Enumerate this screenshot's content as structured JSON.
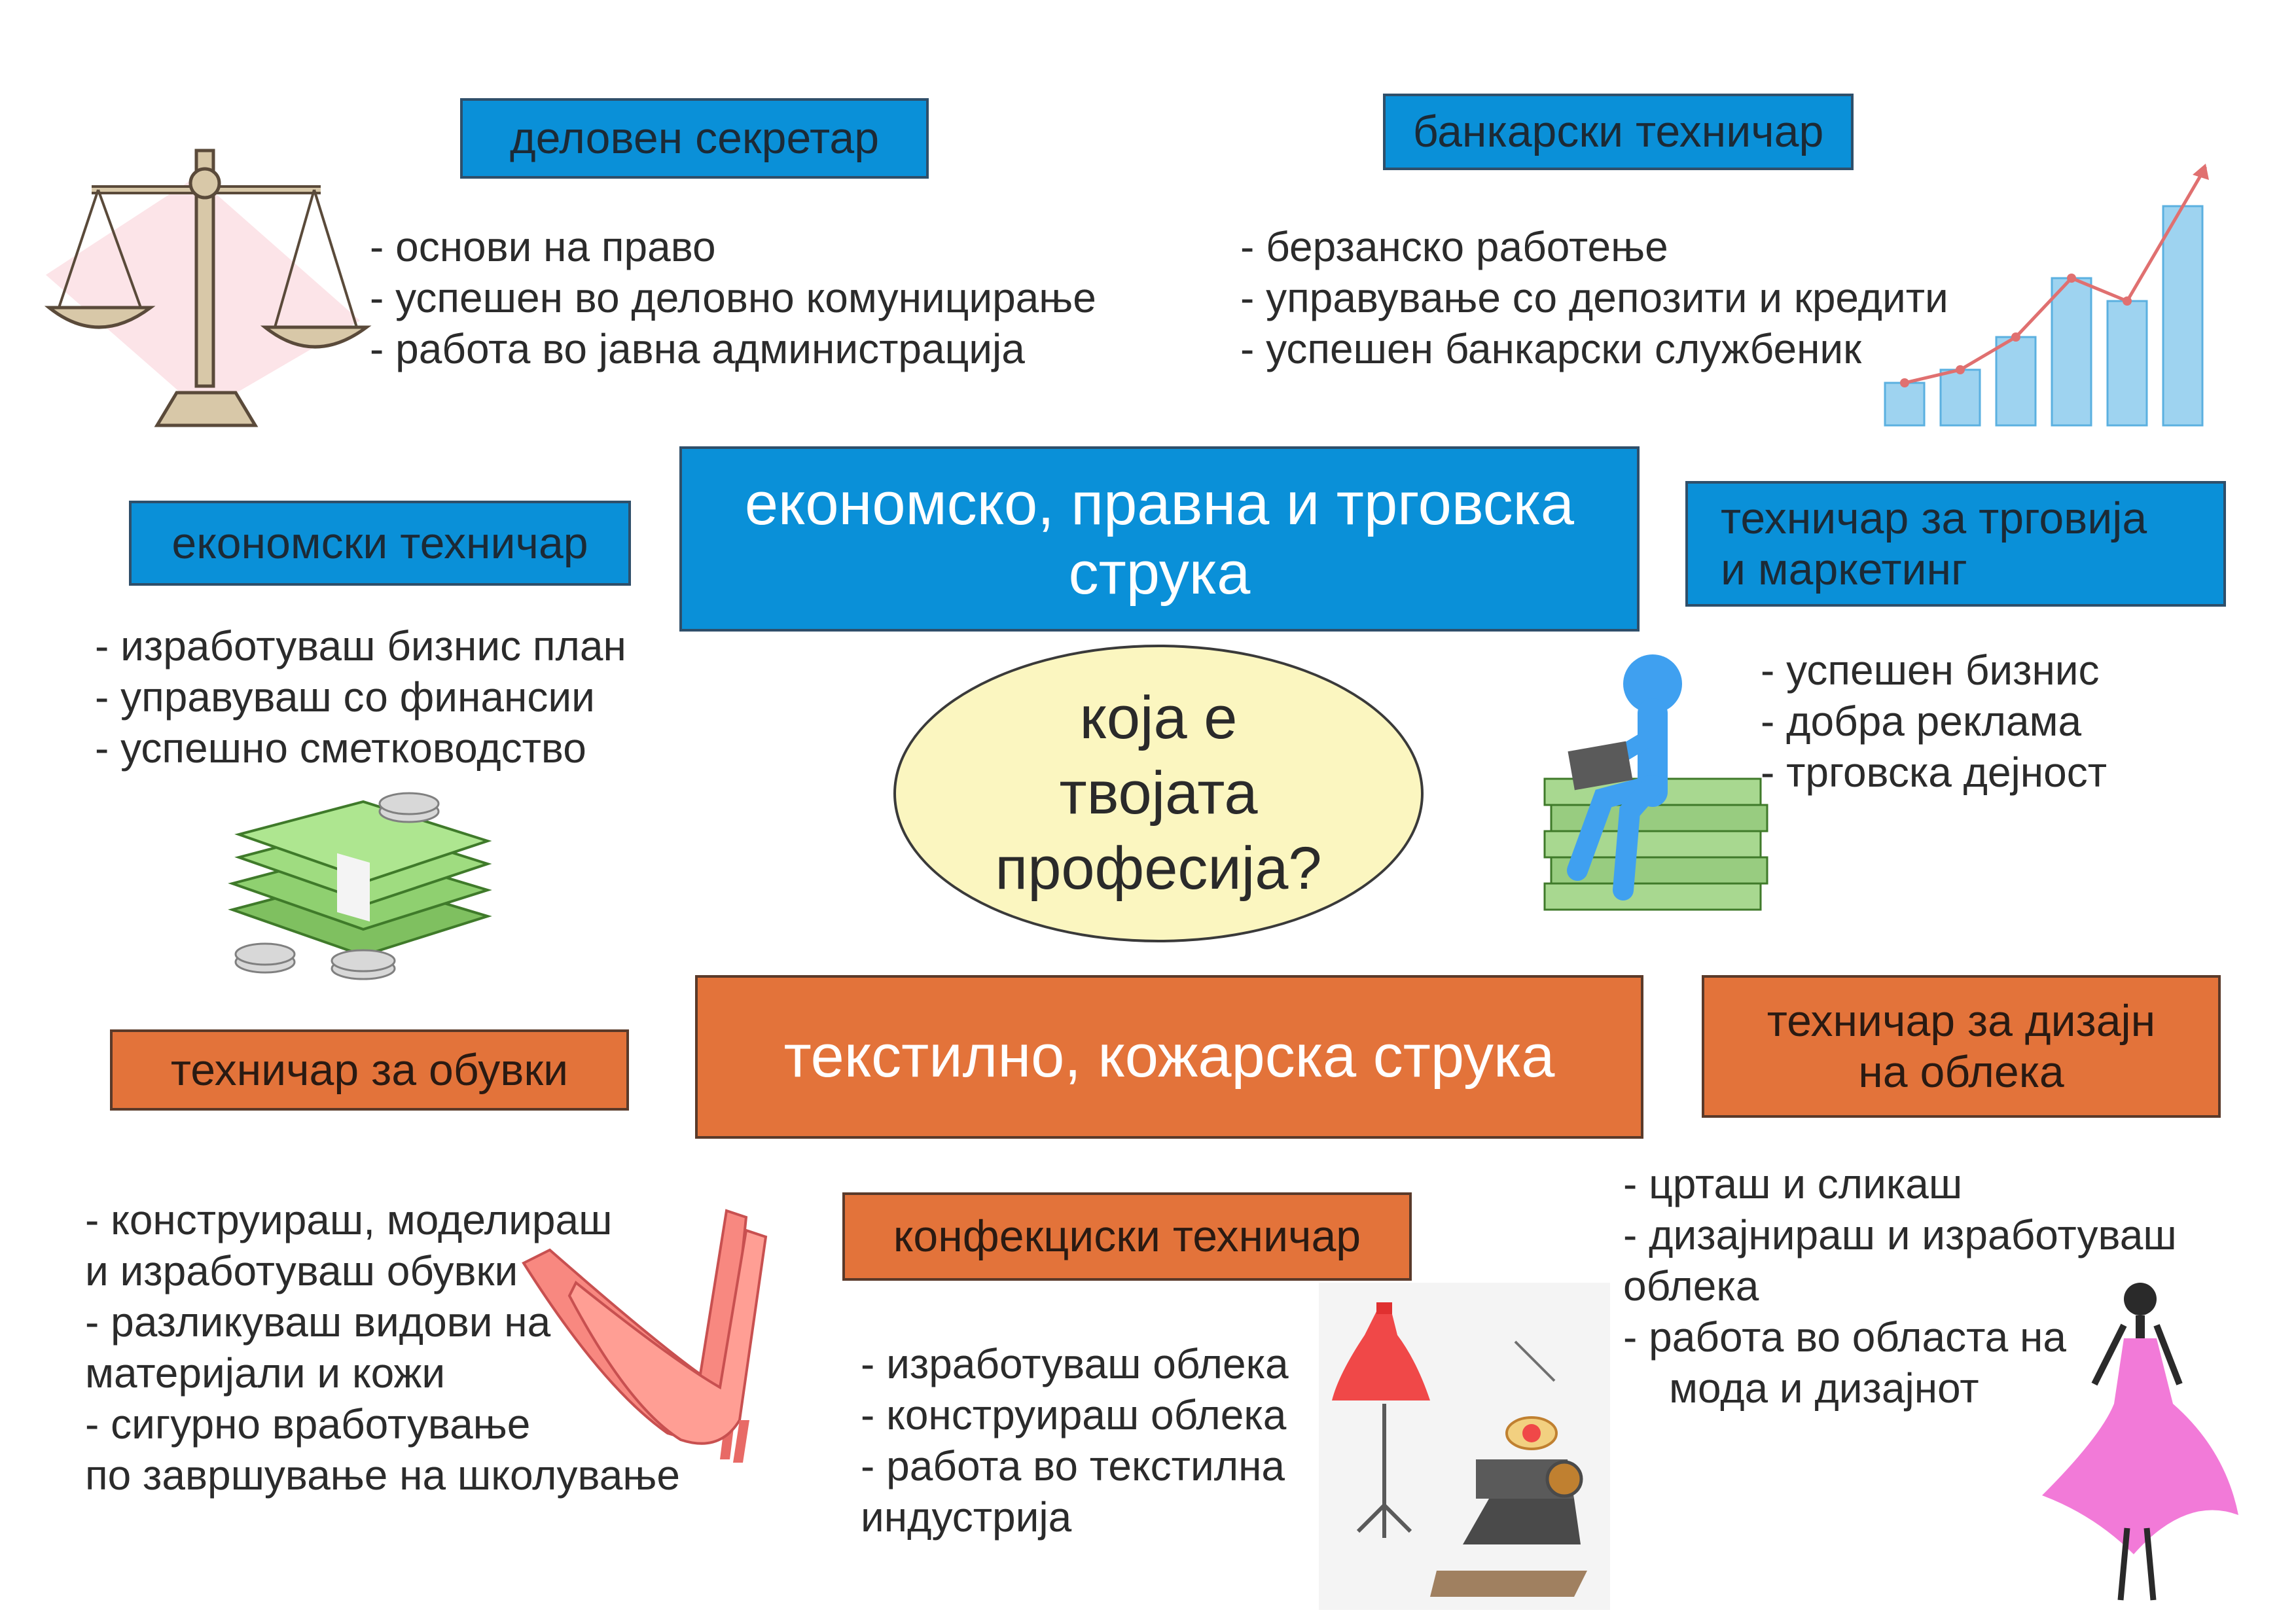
{
  "center": {
    "line1": "која е",
    "line2": "твојата",
    "line3": "професија?"
  },
  "sectors": {
    "economic": {
      "line1": "економско, правна и трговска",
      "line2": "струка"
    },
    "textile": {
      "label": "текстилно, кожарска струка"
    }
  },
  "professions": {
    "business_secretary": {
      "title": "деловен секретар",
      "items": [
        "- основи на право",
        "- успешен во деловно комуницирање",
        "- работа во јавна администрација"
      ]
    },
    "bank_technician": {
      "title": "банкарски техничар",
      "items": [
        "- берзанско работење",
        "- управување со депозити и кредити",
        "- успешен банкарски службеник"
      ]
    },
    "economic_technician": {
      "title": "економски техничар",
      "items": [
        "- изработуваш бизнис план",
        "- управуваш со финансии",
        "- успешно сметководство"
      ]
    },
    "trade_marketing": {
      "title_line1": "техничар за трговија",
      "title_line2": "и маркетинг",
      "items": [
        "- успешен бизнис",
        "- добра реклама",
        "- трговска дејност"
      ]
    },
    "shoe_technician": {
      "title": "техничар за обувки",
      "lines": [
        "- конструираш, моделираш",
        "и изработуваш обувки",
        "- разликуваш видови на",
        "материјали и кожи",
        "- сигурно вработување",
        "по завршување на школување"
      ]
    },
    "clothing_technician": {
      "title": "конфекциски техничар",
      "lines": [
        "- изработуваш облека",
        "- конструираш облека",
        "- работа во текстилна",
        "индустрија"
      ]
    },
    "fashion_design": {
      "title_line1": "техничар за дизајн",
      "title_line2": "на облека",
      "lines": [
        "- црташ и сликаш",
        "- дизајнираш и изработуваш",
        "облека",
        "- работа во областа на",
        "мода  и дизајнот"
      ]
    }
  },
  "colors": {
    "blue_box": "#0a90d8",
    "orange_box": "#e3733a",
    "ellipse_fill": "#fbf6c0"
  },
  "icons": [
    "scales-icon",
    "growth-chart-icon",
    "money-stack-icon",
    "man-on-money-icon",
    "high-heels-icon",
    "sewing-icon",
    "fashion-dress-icon"
  ]
}
